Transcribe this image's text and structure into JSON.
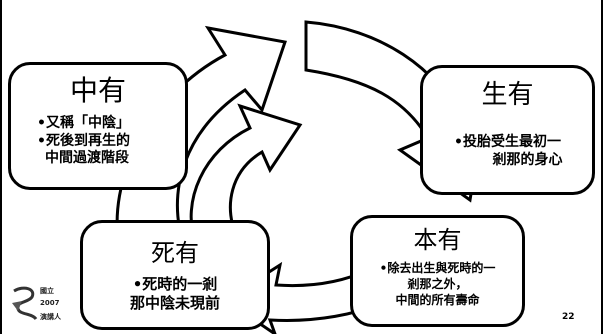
{
  "diagram": {
    "boxes": {
      "zhongyou": {
        "title": "中有",
        "lines": [
          "•又稱「中陰」",
          "•死後到再生的",
          "中間過渡階段"
        ]
      },
      "shengyou": {
        "title": "生有",
        "lines": [
          "•投胎受生最初一",
          "剎那的身心"
        ]
      },
      "siyou": {
        "title": "死有",
        "lines": [
          "•死時的一剎",
          "那中陰未現前"
        ]
      },
      "benyou": {
        "title": "本有",
        "lines": [
          "•除去出生與死時的一",
          "剎那之外，",
          "中間的所有壽命"
        ]
      }
    }
  },
  "footer": {
    "page_number": "22",
    "logo_text": [
      "國立",
      "2007",
      "演講人"
    ]
  }
}
